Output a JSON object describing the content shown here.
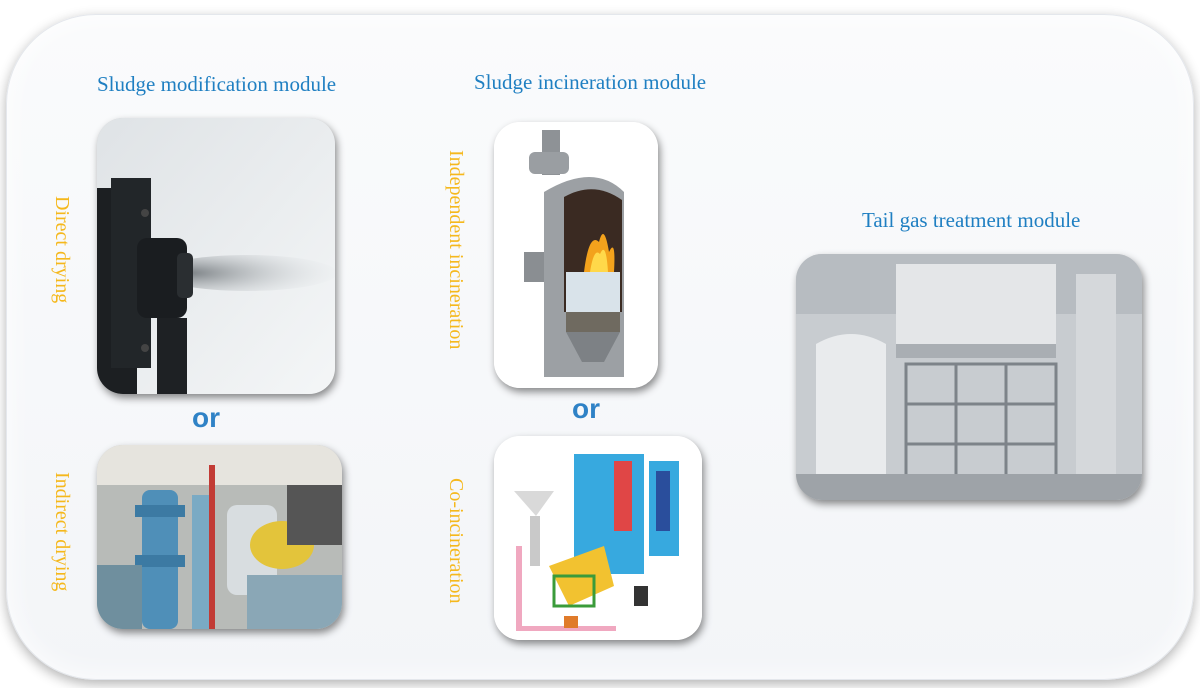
{
  "modules": {
    "modification": {
      "title": "Sludge modification module",
      "option_a": "Direct drying",
      "option_b": "Indirect drying",
      "separator": "or"
    },
    "incineration": {
      "title": "Sludge incineration module",
      "option_a": "Independent incineration",
      "option_b": "Co-incineration",
      "separator": "or"
    },
    "tail_gas": {
      "title": "Tail gas treatment module"
    }
  },
  "colors": {
    "heading": "#1f7fc2",
    "option_label": "#f5b81c",
    "or_label": "#2f82c6"
  }
}
